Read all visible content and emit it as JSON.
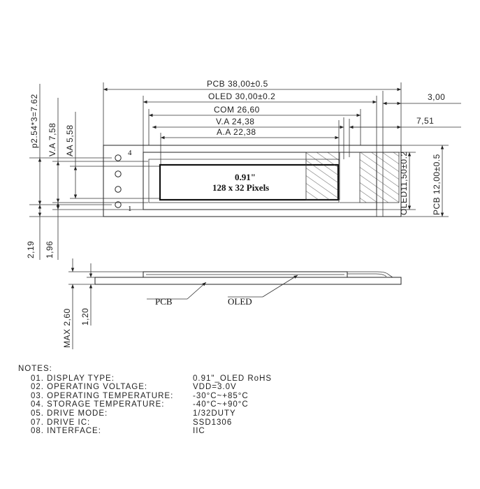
{
  "dims": {
    "pcb_width": "PCB 38,00±0.5",
    "oled_width": "OLED 30,00±0.2",
    "com": "COM 26,60",
    "va_width": "V.A 24,38",
    "aa_width": "A.A 22,38",
    "right_offset_1": "3,00",
    "right_offset_2": "7,51",
    "pitch": "p2.54*3=7.62",
    "va_height": "V.A 7,58",
    "aa_height": "AA 5,58",
    "oled_height": "OLED11,50±0.2",
    "pcb_height": "PCB 12,00±0.5",
    "left_2_19": "2,19",
    "left_1_96": "1,96",
    "max_thickness": "MAX 2,60",
    "pcb_thickness": "1,20"
  },
  "display": {
    "size": "0.91\"",
    "resolution": "128 x 32 Pixels"
  },
  "pins": {
    "first": "1",
    "last": "4"
  },
  "side": {
    "pcb_label": "PCB",
    "oled_label": "OLED"
  },
  "notes": {
    "title": "NOTES:",
    "items": [
      {
        "key": "01.  DISPLAY TYPE:",
        "value": "0.91\"_OLED RoHS"
      },
      {
        "key": "02.  OPERATING VOLTAGE:",
        "value": "VDD=3.0V"
      },
      {
        "key": "03.  OPERATING TEMPERATURE:",
        "value": "-30°C~+85°C"
      },
      {
        "key": "04.  STORAGE TEMPERATURE:",
        "value": "-40°C~+90°C"
      },
      {
        "key": "05.  DRIVE MODE:",
        "value": "1/32DUTY"
      },
      {
        "key": "07.  DRIVE IC:",
        "value": "SSD1306"
      },
      {
        "key": "08.  INTERFACE:",
        "value": "IIC"
      }
    ]
  }
}
